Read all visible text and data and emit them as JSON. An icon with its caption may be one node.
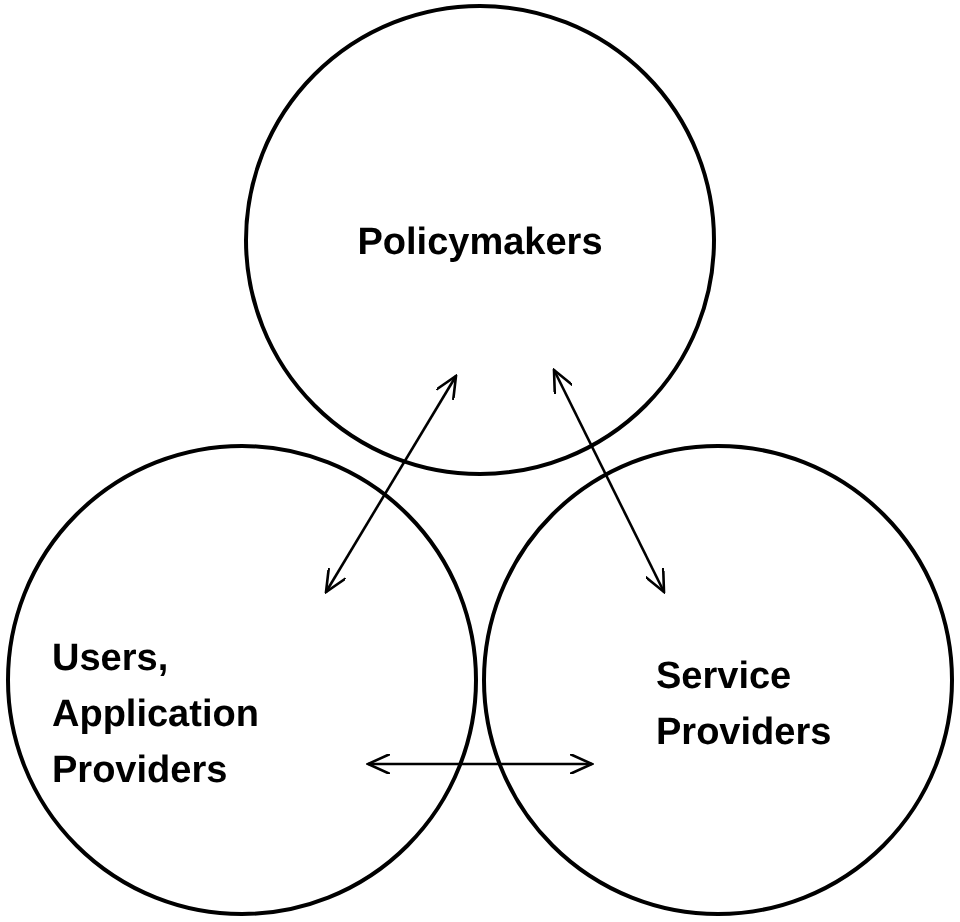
{
  "diagram": {
    "nodes": [
      {
        "text": [
          "Policymakers"
        ]
      },
      {
        "text": [
          "Users, Application Providers"
        ]
      },
      {
        "text": [
          "Service Providers"
        ]
      }
    ],
    "edges": [
      {
        "from": 0,
        "to": 1,
        "arrow": "both"
      },
      {
        "from": 0,
        "to": 2,
        "arrow": "both"
      },
      {
        "from": 1,
        "to": 2,
        "arrow": "both"
      }
    ]
  }
}
